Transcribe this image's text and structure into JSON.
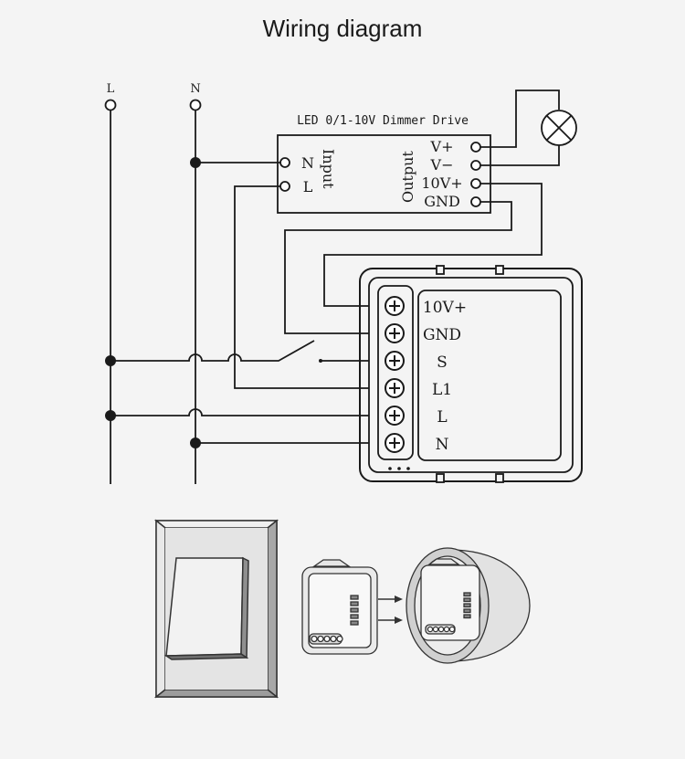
{
  "title": "Wiring diagram",
  "mains": {
    "l_label": "L",
    "n_label": "N"
  },
  "driver": {
    "title": "LED 0/1-10V Dimmer Drive",
    "input_label": "Input",
    "output_label": "Output",
    "input_terminals": [
      "N",
      "L"
    ],
    "output_terminals": [
      "V+",
      "V−",
      "10V+",
      "GND"
    ]
  },
  "module": {
    "terminals": [
      "10V+",
      "GND",
      "S",
      "L1",
      "L",
      "N"
    ]
  },
  "colors": {
    "line": "#1a1a1a",
    "background": "#f4f4f4"
  },
  "icons": {
    "lamp": "lamp-cross-icon",
    "switch": "wall-switch-icon",
    "module_illustration": "dimmer-module-icon",
    "back_box": "wall-back-box-icon"
  }
}
